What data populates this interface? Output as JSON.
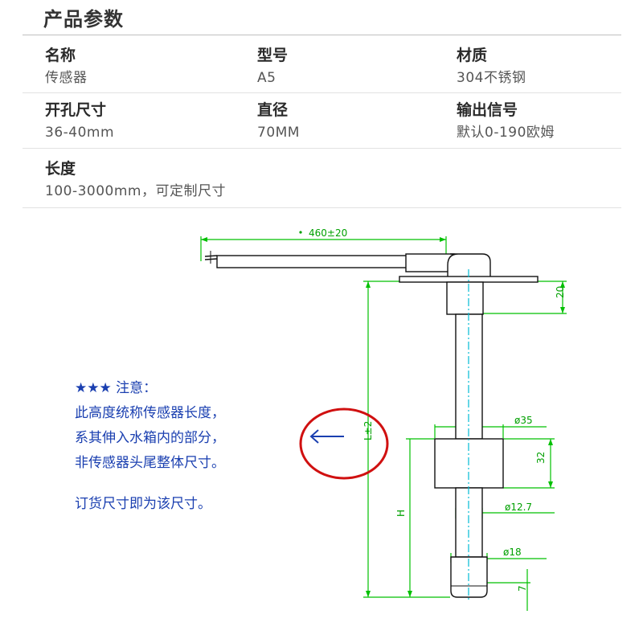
{
  "section_title": "产品参数",
  "specs": {
    "name": {
      "label": "名称",
      "value": "传感器"
    },
    "model": {
      "label": "型号",
      "value": "A5"
    },
    "material": {
      "label": "材质",
      "value": "304不锈钢"
    },
    "hole": {
      "label": "开孔尺寸",
      "value": "36-40mm"
    },
    "diameter": {
      "label": "直径",
      "value": "70MM"
    },
    "output": {
      "label": "输出信号",
      "value": "默认0-190欧姆"
    },
    "length": {
      "label": "长度",
      "value": "100-3000mm，可定制尺寸"
    }
  },
  "note": {
    "heading": "★★★ 注意：",
    "line1": "此高度统称传感器长度，",
    "line2": "系其伸入水箱内的部分，",
    "line3": "非传感器头尾整体尺寸。",
    "line4": "订货尺寸即为该尺寸。"
  },
  "dimensions": {
    "cable": "460±20",
    "flange_height": "20",
    "length": "L±2",
    "float_diameter": "ø35",
    "float_height": "32",
    "float_position": "H",
    "rod_diameter": "ø12.7",
    "tip_diameter": "ø18",
    "tip_height": "7"
  },
  "colors": {
    "dimension_line": "#00c000",
    "outline": "#111111",
    "centerline": "#00bcd4",
    "callout": "#d01010",
    "note_text": "#1a3fb0"
  }
}
